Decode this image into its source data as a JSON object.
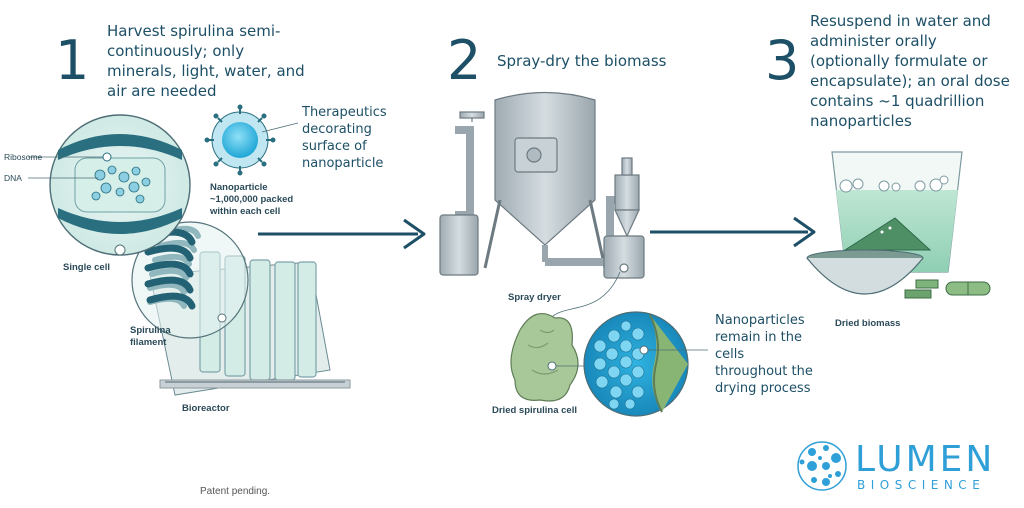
{
  "steps": [
    {
      "number": "1",
      "text": "Harvest spirulina semi-continuously; only minerals, light, water, and air are needed"
    },
    {
      "number": "2",
      "text": "Spray-dry the biomass"
    },
    {
      "number": "3",
      "text": "Resuspend in water and administer orally (optionally formulate or encapsulate); an oral dose contains ~1 quadrillion nanoparticles"
    }
  ],
  "labels": {
    "ribosome": "Ribosome",
    "dna": "DNA",
    "therapeutics": "Therapeutics decorating surface of nanoparticle",
    "nanoparticle": "Nanoparticle ~1,000,000 packed within each cell",
    "single_cell": "Single cell",
    "spirulina_filament": "Spirulina filament",
    "bioreactor": "Bioreactor",
    "spray_dryer": "Spray dryer",
    "dried_spirulina_cell": "Dried spirulina cell",
    "nanoparticles_remain": "Nanoparticles remain in the cells throughout the drying process",
    "dried_biomass": "Dried biomass"
  },
  "footer": {
    "patent": "Patent pending."
  },
  "logo": {
    "name": "LUMEN",
    "sub": "BIOSCIENCE"
  },
  "colors": {
    "text_dark": "#1d4f66",
    "accent_blue": "#2f9fd8",
    "teal": "#2a6f80",
    "metal": "#b9c3c9"
  }
}
